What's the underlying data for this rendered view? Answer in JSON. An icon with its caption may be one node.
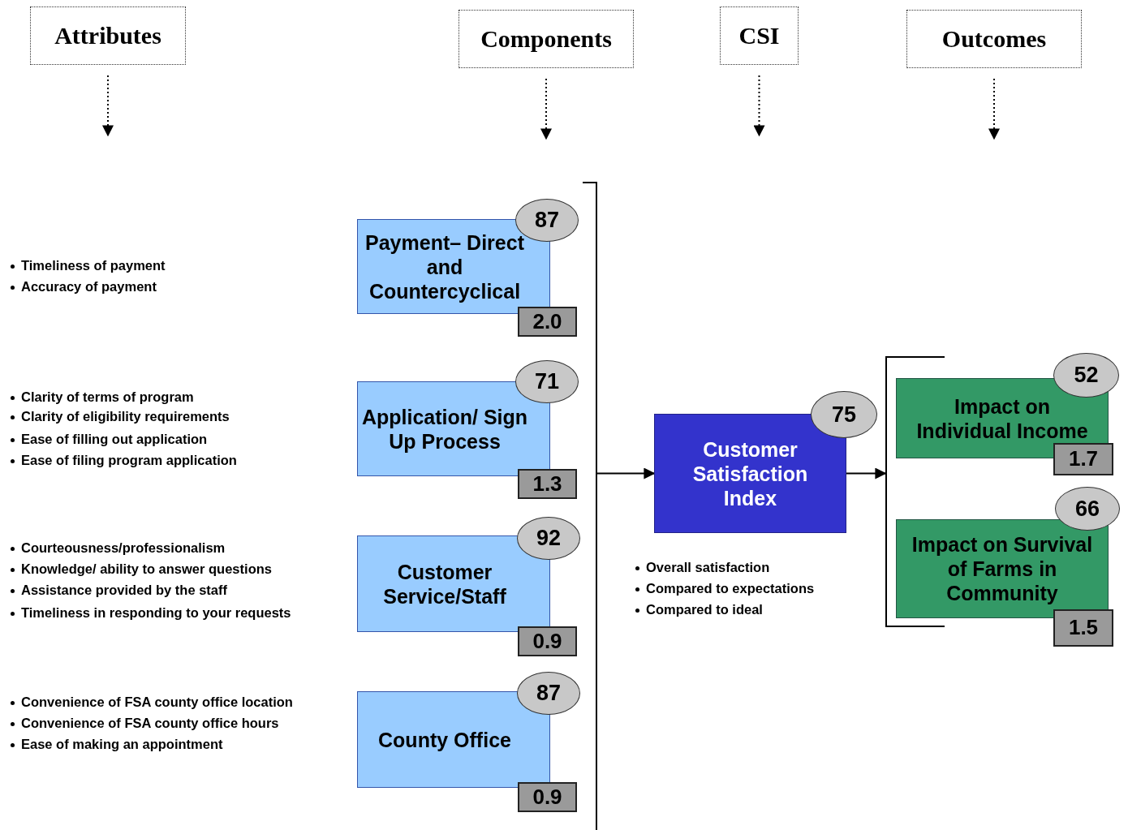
{
  "diagram": {
    "nodes": [
      {
        "text": [
          "Attributes"
        ]
      },
      {
        "text": [
          "Components"
        ]
      },
      {
        "text": [
          "CSI"
        ]
      },
      {
        "text": [
          "Outcomes"
        ]
      },
      {
        "text": [
          "Payment– Direct and Countercyclical"
        ]
      },
      {
        "text": [
          "87"
        ]
      },
      {
        "text": [
          "2.0"
        ]
      },
      {
        "text": [
          "Application/ Sign Up Process"
        ]
      },
      {
        "text": [
          "71"
        ]
      },
      {
        "text": [
          "1.3"
        ]
      },
      {
        "text": [
          "Customer Service/Staff"
        ]
      },
      {
        "text": [
          "92"
        ]
      },
      {
        "text": [
          "0.9"
        ]
      },
      {
        "text": [
          "County Office"
        ]
      },
      {
        "text": [
          "87"
        ]
      },
      {
        "text": [
          "0.9"
        ]
      },
      {
        "text": [
          "Customer Satisfaction Index"
        ]
      },
      {
        "text": [
          "75"
        ]
      },
      {
        "text": [
          "Impact on Individual Income"
        ]
      },
      {
        "text": [
          "52"
        ]
      },
      {
        "text": [
          "1.7"
        ]
      },
      {
        "text": [
          "Impact on Survival of Farms in Community"
        ]
      },
      {
        "text": [
          "66"
        ]
      },
      {
        "text": [
          "1.5"
        ]
      },
      {
        "text": [],
        "shape": "bar"
      },
      {
        "text": [],
        "shape": "bar"
      }
    ],
    "edges": [
      {
        "from": 0,
        "to": null,
        "arrow": "to",
        "style": "dashed"
      },
      {
        "from": 1,
        "to": null,
        "arrow": "to",
        "style": "dashed"
      },
      {
        "from": 2,
        "to": null,
        "arrow": "to",
        "style": "dashed"
      },
      {
        "from": 3,
        "to": null,
        "arrow": "to",
        "style": "dashed"
      },
      {
        "from": 24,
        "to": 16,
        "arrow": "to"
      },
      {
        "from": 16,
        "to": 25,
        "arrow": "to"
      }
    ],
    "labels": [
      "Timeliness of payment",
      "Accuracy of payment",
      "Clarity of terms of program",
      "Clarity of eligibility requirements",
      "Ease of filling out application",
      "Ease of filing program application",
      "Courteousness/professionalism",
      "Knowledge/ ability to answer questions",
      "Assistance provided by the staff",
      "Timeliness in responding to your requests",
      "Convenience of FSA county office location",
      "Convenience of FSA county office hours",
      "Ease of making an appointment",
      "Overall satisfaction",
      "Compared to expectations",
      "Compared to ideal"
    ]
  }
}
